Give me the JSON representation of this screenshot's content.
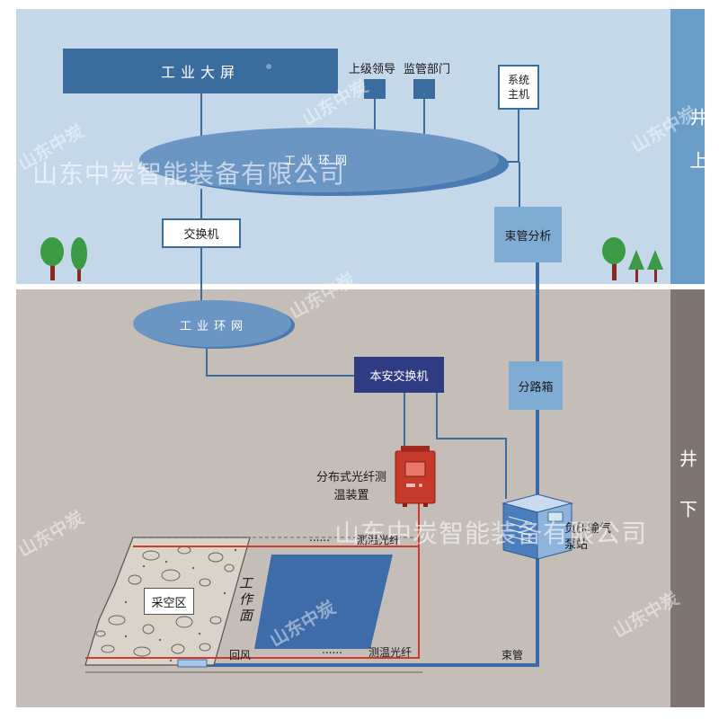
{
  "zones": {
    "above_label": "井上",
    "below_label": "井下"
  },
  "above": {
    "screen": "工业大屏",
    "leader_label": "上级领导",
    "supervision_label": "监管部门",
    "host": "系统主机",
    "ring": "工业环网",
    "switch": "交换机",
    "tube_analysis": "束管分析"
  },
  "below": {
    "ring": "工业环网",
    "safe_switch": "本安交换机",
    "branch_box": "分路箱",
    "fiber_device": "分布式光纤测温装置",
    "pump_station": "负压输气泵站",
    "goaf": "采空区",
    "workface": "工作面",
    "fiber_label_top": "测温光纤",
    "fiber_label_bottom": "测温光纤",
    "return_air": "回风",
    "tube": "束管"
  },
  "watermark": {
    "company": "山东中炭智能装备有限公司",
    "brand": "山东中炭"
  },
  "colors": {
    "sky": "#c5d8ea",
    "ground": "#c4bdb8",
    "side_bar_top": "#6a9cc8",
    "side_bar_bottom": "#7e7470",
    "dark_blue": "#3a6c9e",
    "light_blue": "#7facd2",
    "navy": "#2f3c84",
    "red": "#d03a2c",
    "tube_blue": "#3d6ba8"
  }
}
